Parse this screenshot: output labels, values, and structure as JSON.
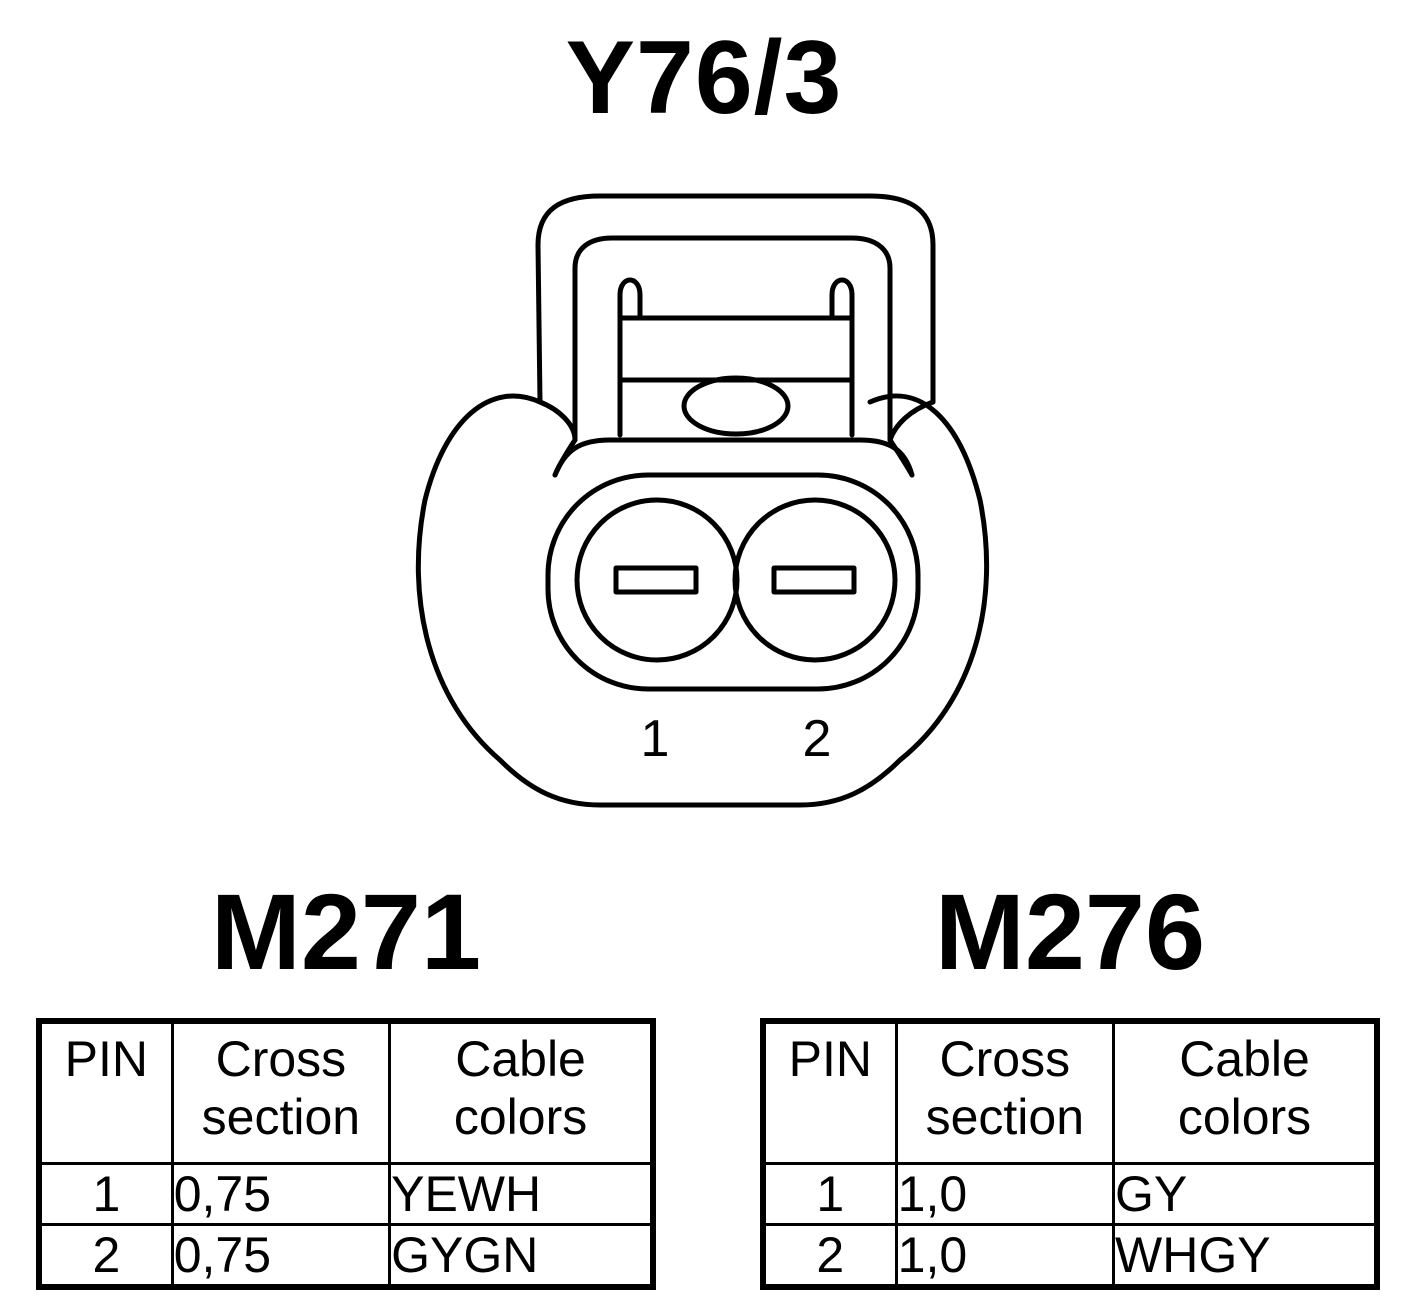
{
  "title": "Y76/3",
  "connector": {
    "pin_labels": [
      "1",
      "2"
    ]
  },
  "tables": [
    {
      "engine": "M271",
      "headers": {
        "pin": "PIN",
        "cross_section": [
          "Cross",
          "section"
        ],
        "cable_colors": [
          "Cable",
          "colors"
        ]
      },
      "rows": [
        {
          "pin": "1",
          "cross_section": "0,75",
          "cable_color": "YEWH"
        },
        {
          "pin": "2",
          "cross_section": "0,75",
          "cable_color": "GYGN"
        }
      ]
    },
    {
      "engine": "M276",
      "headers": {
        "pin": "PIN",
        "cross_section": [
          "Cross",
          "section"
        ],
        "cable_colors": [
          "Cable",
          "colors"
        ]
      },
      "rows": [
        {
          "pin": "1",
          "cross_section": "1,0",
          "cable_color": "GY"
        },
        {
          "pin": "2",
          "cross_section": "1,0",
          "cable_color": "WHGY"
        }
      ]
    }
  ]
}
